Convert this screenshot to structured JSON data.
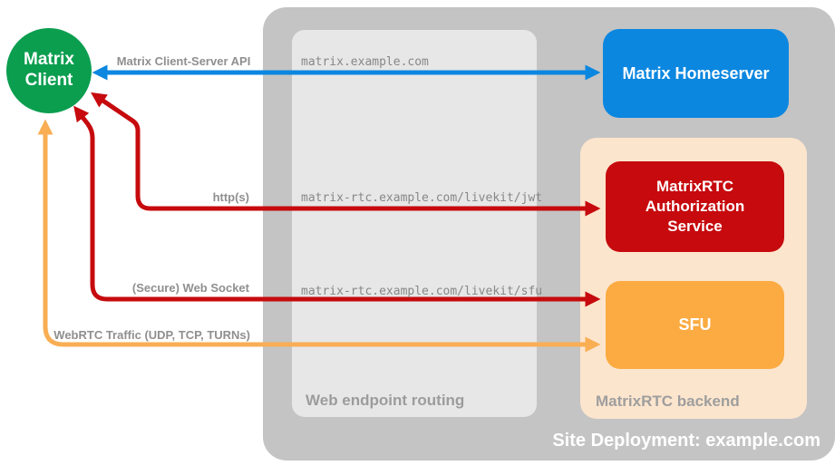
{
  "client": {
    "label": "Matrix Client"
  },
  "deployment": {
    "label": "Site Deployment: example.com"
  },
  "routing": {
    "label": "Web endpoint routing"
  },
  "backend": {
    "label": "MatrixRTC backend"
  },
  "nodes": {
    "homeserver": {
      "label": "Matrix Homeserver",
      "color": "#0b87e0"
    },
    "auth_service": {
      "label": "MatrixRTC Authorization Service",
      "color": "#c60a0d"
    },
    "sfu": {
      "label": "SFU",
      "color": "#fbab41"
    }
  },
  "edges": {
    "client_server_api": {
      "label": "Matrix Client-Server API",
      "endpoint": "matrix.example.com",
      "color": "#0b87e0",
      "direction": "bidirectional"
    },
    "http": {
      "label": "http(s)",
      "endpoint": "matrix-rtc.example.com/livekit/jwt",
      "color": "#c60a0d",
      "direction": "bidirectional"
    },
    "websocket": {
      "label": "(Secure) Web Socket",
      "endpoint": "matrix-rtc.example.com/livekit/sfu",
      "color": "#c60a0d",
      "direction": "bidirectional"
    },
    "webrtc": {
      "label": "WebRTC Traffic (UDP, TCP, TURNs)",
      "color": "#f9ae54",
      "direction": "bidirectional"
    }
  },
  "colors": {
    "client_circle": "#0b9e4f",
    "outer_container": "#c4c4c4",
    "routing_container": "#e7e7e7",
    "backend_container": "#fce5cd",
    "edge_label_text": "#8f8f8f",
    "endpoint_text": "#878787",
    "container_label_text": "#9c9c9c",
    "deployment_label_text": "#ffffff"
  }
}
